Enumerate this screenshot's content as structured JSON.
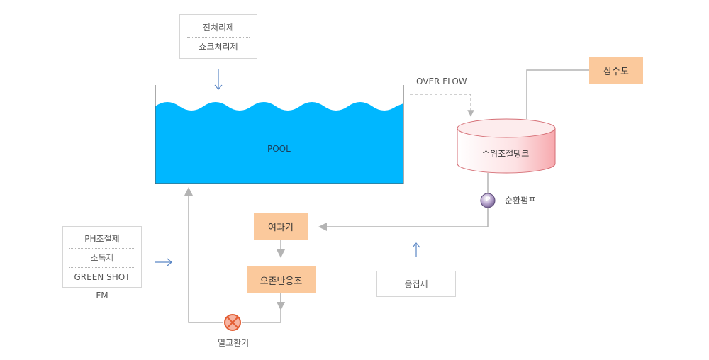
{
  "pretreatment": {
    "items": [
      "전처리제",
      "쇼크처리제"
    ]
  },
  "pool": {
    "label": "POOL",
    "color": "#00b7ff"
  },
  "overflow": {
    "label": "OVER FLOW"
  },
  "water_supply": {
    "label": "상수도"
  },
  "level_tank": {
    "label": "수위조절탱크"
  },
  "pump": {
    "symbol": "P",
    "label": "순환펌프"
  },
  "filter": {
    "label": "여과기"
  },
  "ozone": {
    "label": "오존반응조"
  },
  "heat_exchanger": {
    "label": "열교환기"
  },
  "chemicals": {
    "items": [
      "PH조절제",
      "소독제",
      "GREEN SHOT FM"
    ]
  },
  "coagulant": {
    "label": "응집제"
  },
  "colors": {
    "accent_box": "#fbc99c",
    "pipe": "#b4b4b4",
    "arrow": "#5b87c5",
    "valve": "#e35d33"
  }
}
